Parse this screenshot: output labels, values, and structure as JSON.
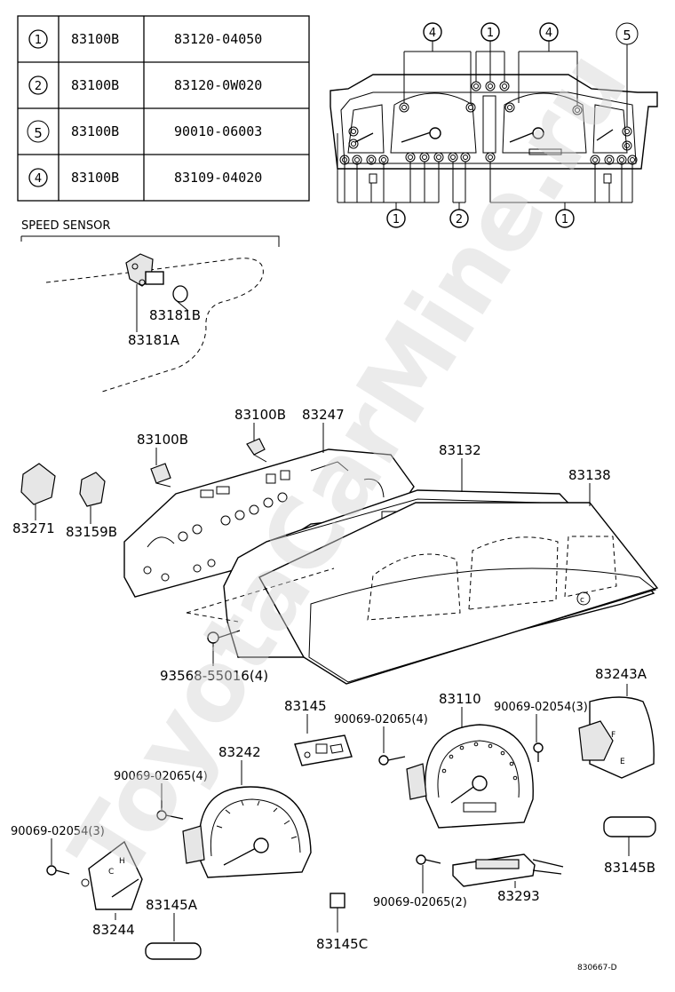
{
  "bulb_table": {
    "rows": [
      {
        "symbol": "1",
        "ref": "83100B",
        "part_no": "83120-04050"
      },
      {
        "symbol": "2",
        "ref": "83100B",
        "part_no": "83120-0W020"
      },
      {
        "symbol": "5",
        "ref": "83100B",
        "part_no": "90010-06003"
      },
      {
        "symbol": "4",
        "ref": "83100B",
        "part_no": "83109-04020"
      }
    ]
  },
  "cluster_callouts": {
    "top_left": "4",
    "top_center": "1",
    "top_right": "4",
    "top_far_right": "5",
    "bottom_left": "1",
    "bottom_center": "2",
    "bottom_right": "1"
  },
  "speed_sensor": {
    "title": "SPEED SENSOR",
    "labels": [
      "83181B",
      "83181A"
    ]
  },
  "parts": {
    "p83100B_a": "83100B",
    "p83247": "83247",
    "p83100B_b": "83100B",
    "p83132": "83132",
    "p83138": "83138",
    "p83271": "83271",
    "p83159B": "83159B",
    "p93568": "93568-55016(4)",
    "p83243A": "83243A",
    "p83145": "83145",
    "p83110": "83110",
    "p90069_4a": "90069-02065(4)",
    "p90069_3a": "90069-02054(3)",
    "p83242": "83242",
    "p90069_4b": "90069-02065(4)",
    "p90069_3b": "90069-02054(3)",
    "p83145B": "83145B",
    "p83244": "83244",
    "p83145A": "83145A",
    "p90069_2": "90069-02065(2)",
    "p83293": "83293",
    "p83145C": "83145C"
  },
  "gauge_marks": {
    "fuel_f": "F",
    "fuel_e": "E",
    "temp_h": "H",
    "temp_c": "C"
  },
  "watermark": "ToyotaCarMine.ru",
  "diagram_code": "830667-D"
}
